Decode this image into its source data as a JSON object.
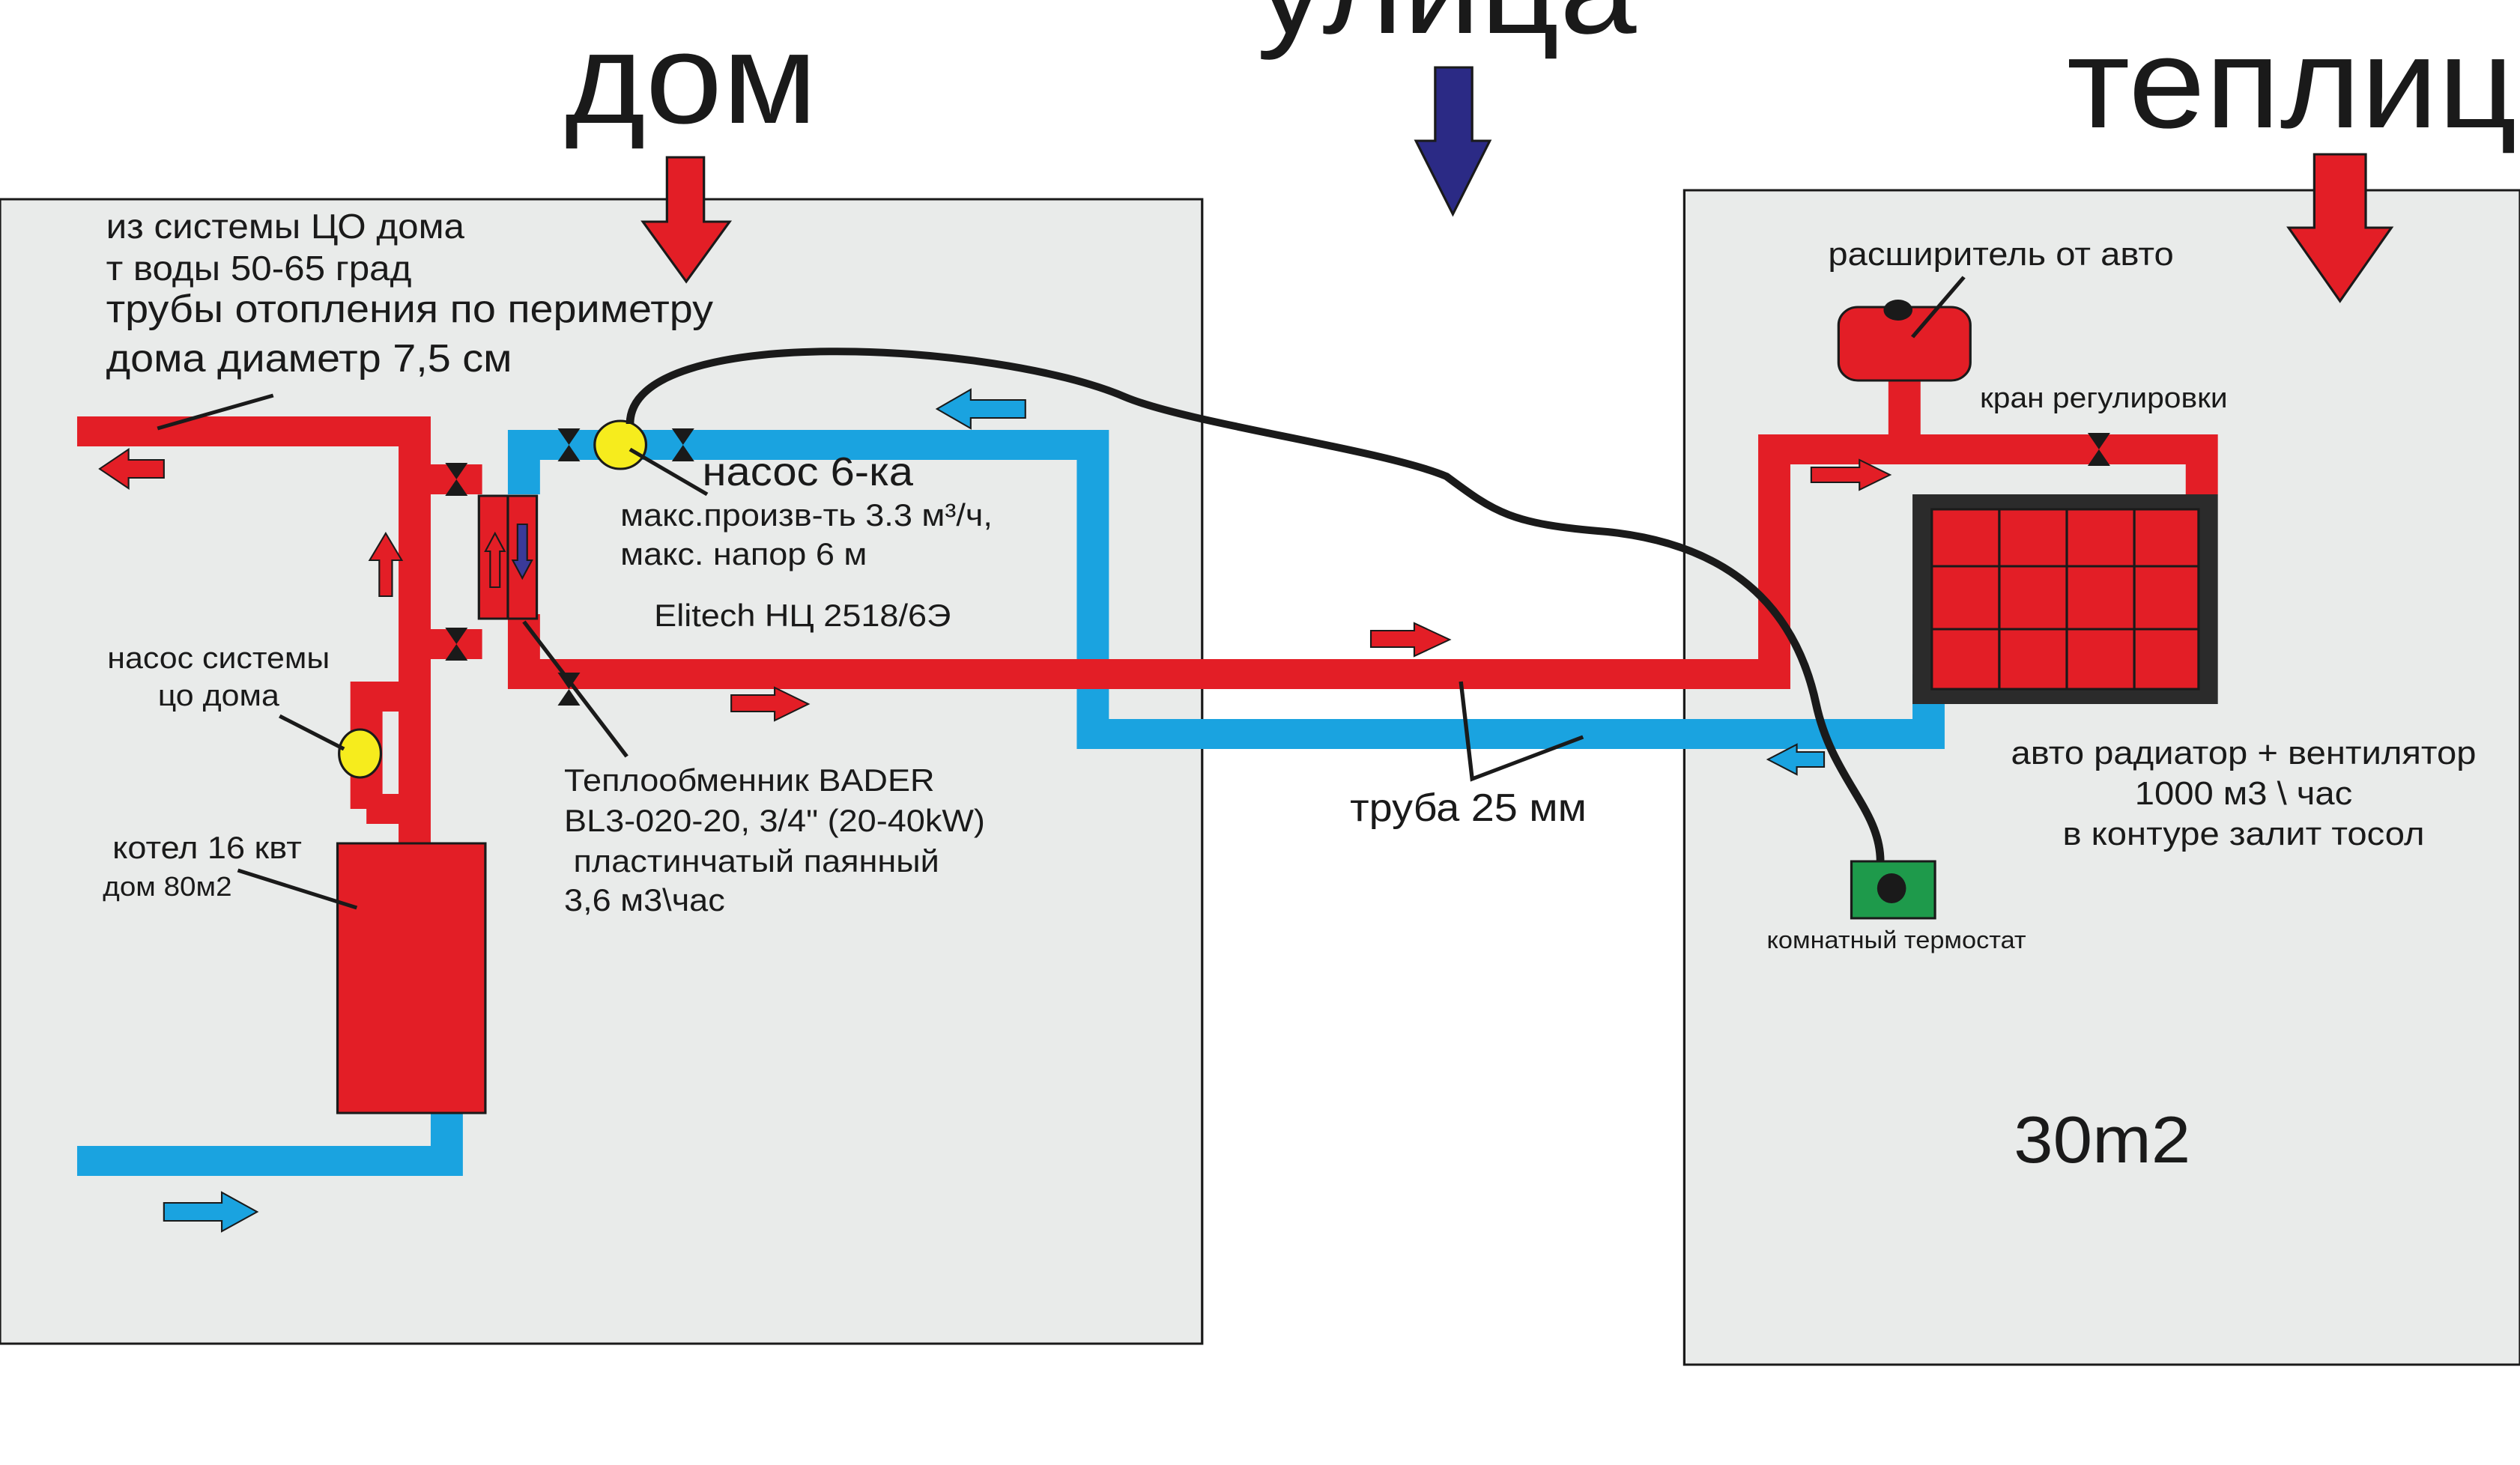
{
  "zones": {
    "house": "дом",
    "street": "улица",
    "greenhouse": "теплица"
  },
  "house_notes": {
    "line1": "из системы  ЦО дома",
    "line2": "т воды 50-65 град",
    "line3": "трубы отопления по периметру",
    "line4": "дома диаметр 7,5 см"
  },
  "house_pump": {
    "line1": "насос системы",
    "line2": "цо дома"
  },
  "boiler": {
    "line1": "котел 16 квт",
    "line2": "дом 80м2"
  },
  "circ_pump": {
    "title": "насос 6-ка",
    "line1": "макс.произв-ть 3.3 м³/ч,",
    "line2": "макс. напор 6 м",
    "model": "Elitech НЦ 2518/6Э"
  },
  "heat_exchanger": {
    "line1": "Теплообменник BADER",
    "line2": "BL3-020-20, 3/4\" (20-40kW)",
    "line3": " пластинчатый паянный",
    "line4": "3,6 м3\\час"
  },
  "pipe_label": "труба 25 мм",
  "expansion_tank": "расширитель от авто",
  "control_valve": "кран регулировки",
  "radiator": {
    "line1": "авто радиатор + вентилятор",
    "line2": "1000 м3 \\ час",
    "line3": "в контуре залит тосол"
  },
  "thermostat": "комнатный термостат",
  "greenhouse_area": "30m2",
  "colors": {
    "hot_pipe": "#e31e26",
    "cold_pipe": "#1aa3e0",
    "street_arrow": "#2b2a85",
    "pump": "#f6ec1d",
    "thermostat": "#1e9a4b",
    "room": "#e9ebea"
  }
}
